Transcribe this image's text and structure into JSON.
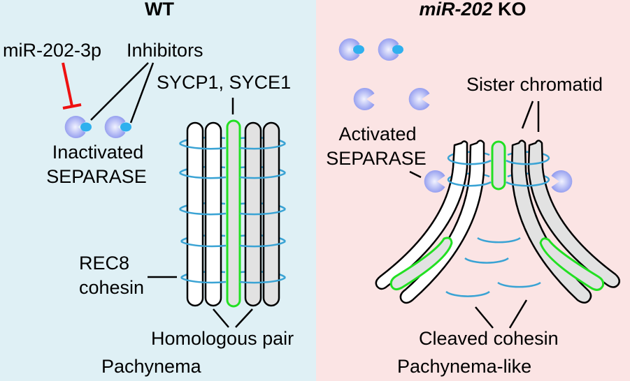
{
  "colors": {
    "wt_background": "#dff0f5",
    "ko_background": "#fbe4e4",
    "separase": "#9da6f0",
    "inhibitor": "#2fb0ee",
    "cohesin_ring": "#3aa3d4",
    "synaptonemal_complex": "#22e022",
    "inhibition_arrow": "#ee1111",
    "chromatid_light": "#ffffff",
    "chromatid_dark": "#e2e2e2"
  },
  "wt_panel": {
    "title": "WT",
    "mirna_label": "miR-202-3p",
    "inhibitors_label": "Inhibitors",
    "separase_label_line1": "Inactivated",
    "separase_label_line2": "SEPARASE",
    "sc_label": "SYCP1, SYCE1",
    "cohesin_label_line1": "REC8",
    "cohesin_label_line2": "cohesin",
    "homolog_label": "Homologous pair",
    "stage_label": "Pachynema"
  },
  "ko_panel": {
    "title_italic": "miR-202",
    "title_rest": " KO",
    "separase_label_line1": "Activated",
    "separase_label_line2": "SEPARASE",
    "sister_label": "Sister chromatid",
    "cleaved_label": "Cleaved cohesin",
    "stage_label": "Pachynema-like"
  }
}
